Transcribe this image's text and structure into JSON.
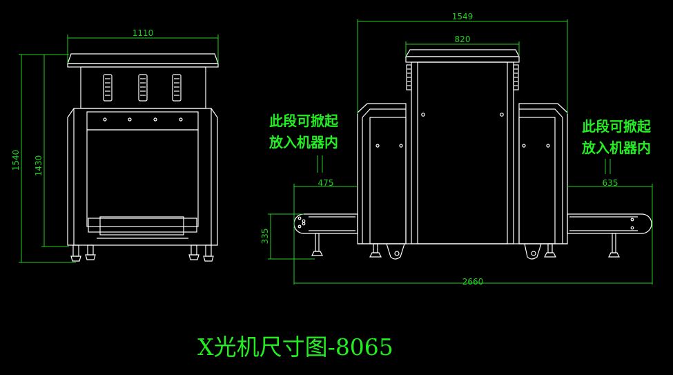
{
  "title": "X光机尺寸图-8065",
  "front_view": {
    "width_dim": "1110",
    "height_dim_outer": "1540",
    "height_dim_inner": "1430"
  },
  "side_view": {
    "overall_width_dim": "1549",
    "tunnel_width_dim": "820",
    "left_conveyor_dim": "475",
    "right_conveyor_dim": "635",
    "conveyor_height_dim": "335",
    "overall_length_dim": "2660",
    "note_left_line1": "此段可掀起",
    "note_left_line2": "放入机器内",
    "note_right_line1": "此段可掀起",
    "note_right_line2": "放入机器内"
  },
  "colors": {
    "background": "#000000",
    "line": "#ffffff",
    "dimension": "#22d022"
  }
}
